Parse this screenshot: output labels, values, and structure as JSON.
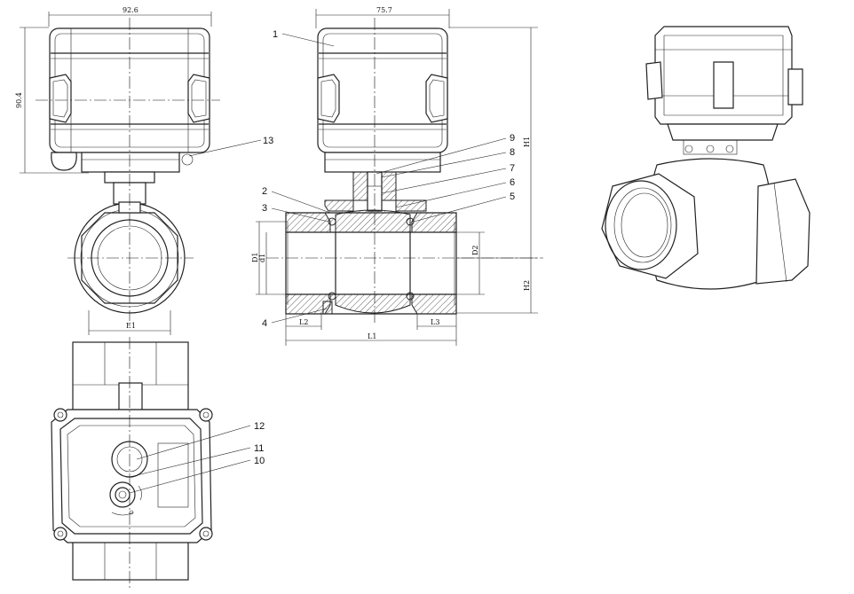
{
  "dimensions": {
    "width_front": "92.6",
    "height_front": "90.4",
    "width_side": "75.7",
    "h1": "H1",
    "h2": "H2",
    "e1": "E1",
    "d1": "D1",
    "d1_small": "d1",
    "d2": "D2",
    "l1": "L1",
    "l2": "L2",
    "l3": "L3"
  },
  "callouts": {
    "c1": "1",
    "c2": "2",
    "c3": "3",
    "c4": "4",
    "c5": "5",
    "c6": "6",
    "c7": "7",
    "c8": "8",
    "c9": "9",
    "c10": "10",
    "c11": "11",
    "c12": "12",
    "c13": "13"
  }
}
